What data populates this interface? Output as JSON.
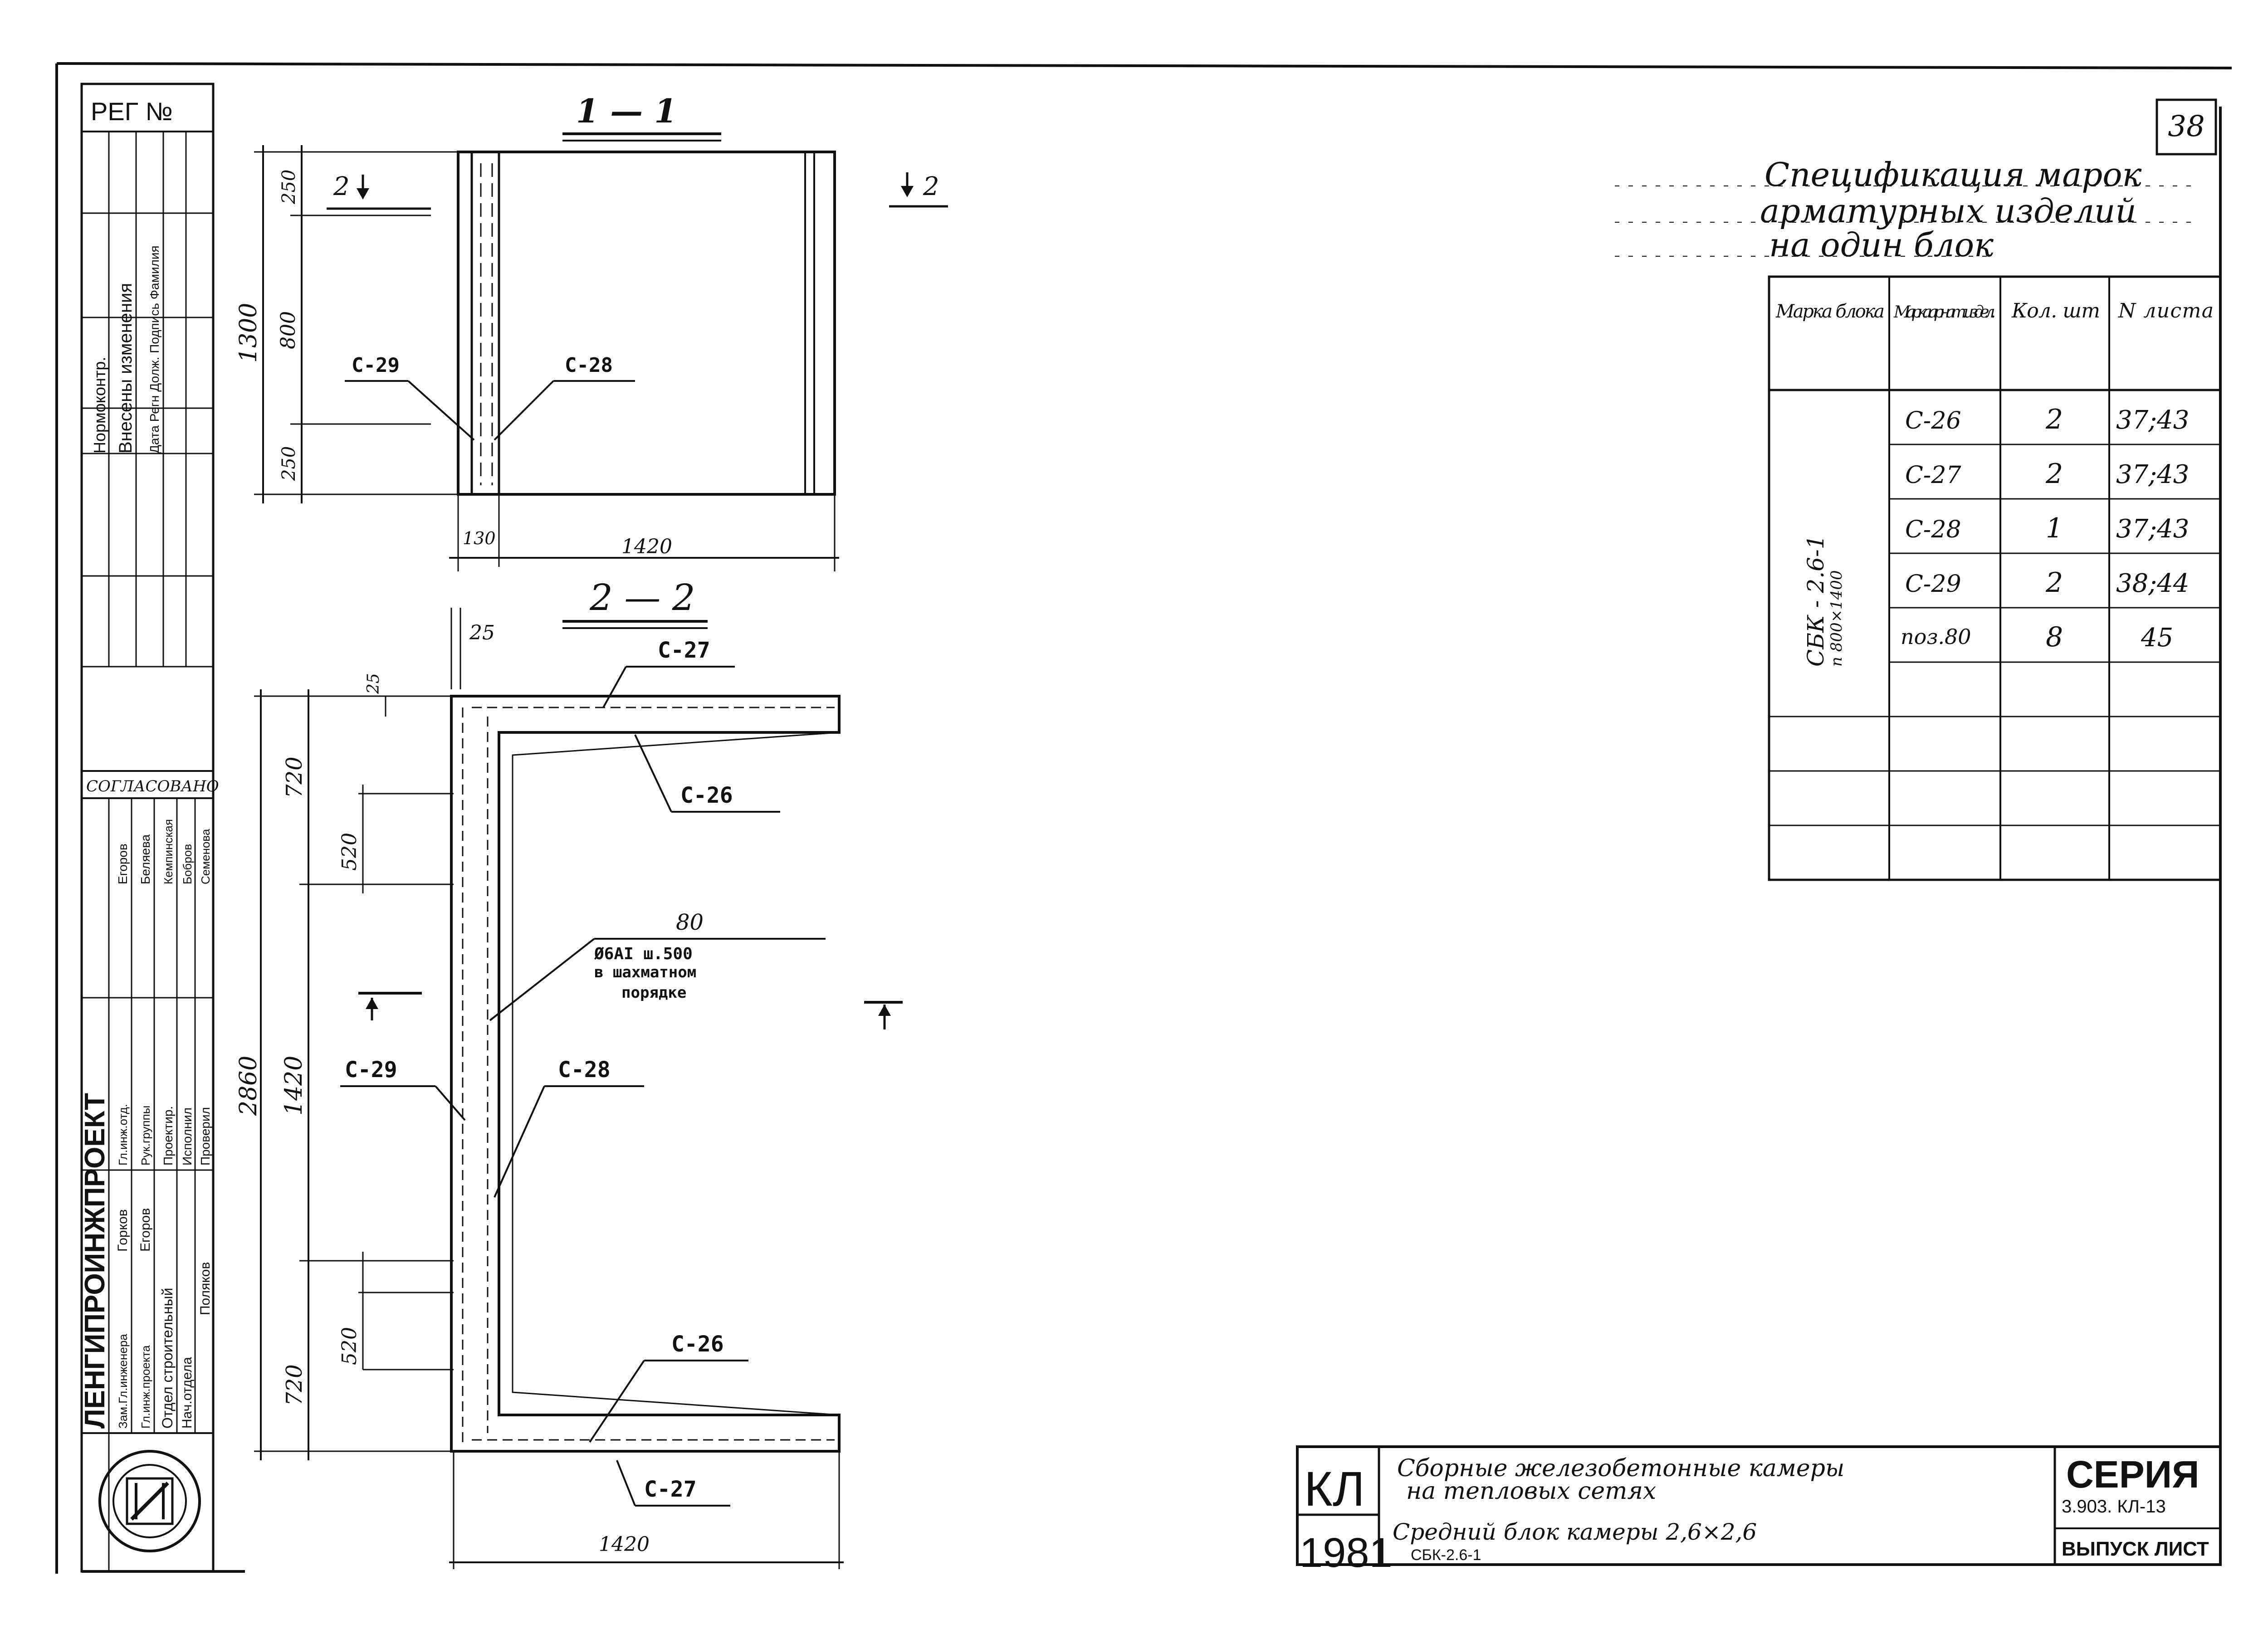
{
  "sheet_number": "38",
  "reg_label": "РЕГ №",
  "section_1_1": {
    "title": "1 — 1",
    "cut_marker": "2"
  },
  "section_2_2": {
    "title": "2 — 2"
  },
  "dims": {
    "d250_top": "250",
    "d800": "800",
    "d250_bot": "250",
    "d1300": "1300",
    "d130": "130",
    "d1420_top": "1420",
    "d25_h": "25",
    "d25_v": "25",
    "d720_top": "720",
    "d520_top": "520",
    "d1420_mid": "1420",
    "d2860": "2860",
    "d520_bot": "520",
    "d720_bot": "720",
    "d1420_bot": "1420"
  },
  "marks": {
    "s1_c29": "С-29",
    "s1_c28": "С-28",
    "s2_c27_top": "С-27",
    "s2_c26_top": "С-26",
    "s2_80": "80",
    "s2_note1": "Ø6АI  ш.500",
    "s2_note2": "в шахматном",
    "s2_note3": "порядке",
    "s2_c29": "С-29",
    "s2_c28": "С-28",
    "s2_c26_bot": "С-26",
    "s2_c27_bot": "С-27"
  },
  "spec": {
    "title_lines": [
      "Спецификация марок",
      "арматурных изделий",
      "на один блок"
    ],
    "headers": [
      "Марка блока",
      "Марка арнат. издел.",
      "Кол. шт",
      "N листа"
    ],
    "block_mark": "СБК - 2.6-1",
    "block_size": "п 800×1400",
    "rows": [
      [
        "С-26",
        "2",
        "37;43"
      ],
      [
        "С-27",
        "2",
        "37;43"
      ],
      [
        "С-28",
        "1",
        "37;43"
      ],
      [
        "С-29",
        "2",
        "38;44"
      ],
      [
        "поз.80",
        "8",
        "45"
      ]
    ]
  },
  "title_block": {
    "kl": "КЛ",
    "year": "1981",
    "line1": "Сборные железобетонные камеры",
    "line2": "на тепловых сетях",
    "line3": "Средний блок камеры 2,6×2,6",
    "line4": "СБК-2.6-1",
    "series_label": "СЕРИЯ",
    "series_number": "3.903. КЛ-13",
    "issue_sheet": "ВЫПУСК ЛИСТ"
  },
  "side_stamp": {
    "org": "ЛЕНГИПРОИНЖПРОЕКТ",
    "agreed": "СОГЛАСОВАНО",
    "change_headers": [
      "Нормоконтр.",
      "Внесены изменения",
      "Дата Регн Долж. Подпись Фамилия"
    ],
    "roles": [
      "Зам.Гл.инженера",
      "Гл.инж.проекта",
      "Отдел строительный",
      "Нач.отдела",
      "Гл.инж.отд.",
      "Рук.группы",
      "Проектир.",
      "Исполнил",
      "Проверил"
    ],
    "names": [
      "Горков",
      "Егоров",
      "Поляков",
      "Егоров",
      "Беляева",
      "Кемпинская",
      "Бобров",
      "Семенова"
    ]
  }
}
